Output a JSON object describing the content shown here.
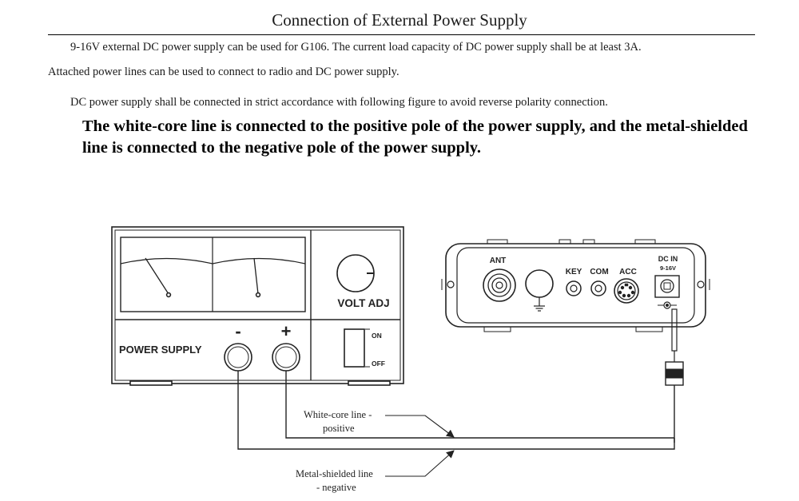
{
  "doc": {
    "title": "Connection of External Power Supply",
    "para1": "9-16V external DC power supply can be used for G106.  The current load capacity of DC power supply shall be at least 3A.",
    "para2": "Attached power lines can be used to connect to radio and DC power supply.",
    "para3": "DC power supply shall be connected in strict accordance with following figure to avoid reverse polarity connection.",
    "notice": "The white-core line is connected to the positive pole of the power supply, and the metal-shielded line is connected to the negative pole of the power supply."
  },
  "diagram": {
    "psu": {
      "volt_adj": "VOLT  ADJ",
      "power_supply": "POWER SUPPLY",
      "minus": "-",
      "plus": "+",
      "on": "ON",
      "off": "OFF"
    },
    "radio": {
      "ant": "ANT",
      "key": "KEY",
      "com": "COM",
      "acc": "ACC",
      "dc_in": "DC IN",
      "dc_range": "9-16V"
    },
    "callouts": {
      "white_core_1": "White-core line -",
      "white_core_2": "positive",
      "metal_1": "Metal-shielded line",
      "metal_2": "- negative"
    }
  }
}
